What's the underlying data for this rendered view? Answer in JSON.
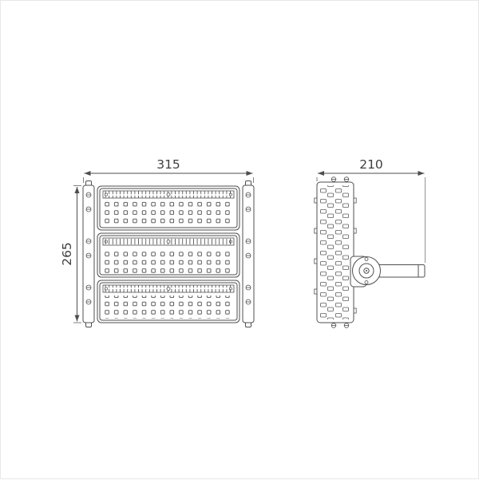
{
  "style": {
    "background": "#ffffff",
    "line_color": "#4d4d4d",
    "text_color": "#3f3f3f"
  },
  "dimensions": {
    "front_width": "315",
    "front_height": "265",
    "side_width": "210"
  }
}
